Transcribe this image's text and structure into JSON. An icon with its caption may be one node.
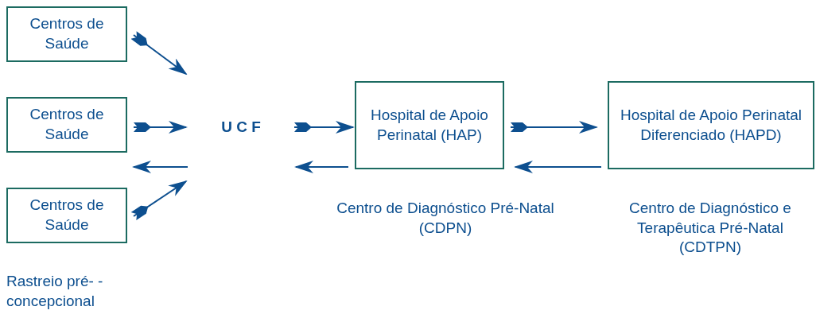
{
  "diagram": {
    "nodes": [
      {
        "text": [
          "Centros de Saúde"
        ]
      },
      {
        "text": [
          "Centros de Saúde"
        ]
      },
      {
        "text": [
          "Centros de Saúde"
        ]
      },
      {
        "text": [
          "U C F"
        ]
      },
      {
        "text": [
          "Hospital de Apoio Perinatal (HAP)"
        ],
        "beside": [
          "Centro de Diagnóstico Pré-Natal (CDPN)"
        ]
      },
      {
        "text": [
          "Hospital de Apoio Perinatal Diferenciado (HAPD)"
        ],
        "beside": [
          "Centro de Diagnóstico e Terapêutica Pré-Natal (CDTPN)"
        ]
      }
    ],
    "edges": [
      {
        "from": 0,
        "to": 3,
        "arrow": "to"
      },
      {
        "from": 1,
        "to": 3,
        "arrow": "to"
      },
      {
        "from": 3,
        "to": 1,
        "arrow": "to"
      },
      {
        "from": 2,
        "to": 3,
        "arrow": "to"
      },
      {
        "from": 3,
        "to": 4,
        "arrow": "to"
      },
      {
        "from": 4,
        "to": 3,
        "arrow": "to"
      },
      {
        "from": 4,
        "to": 5,
        "arrow": "to"
      },
      {
        "from": 5,
        "to": 4,
        "arrow": "to"
      }
    ],
    "labels": [
      "Rastreio pré- -concepcional"
    ]
  }
}
